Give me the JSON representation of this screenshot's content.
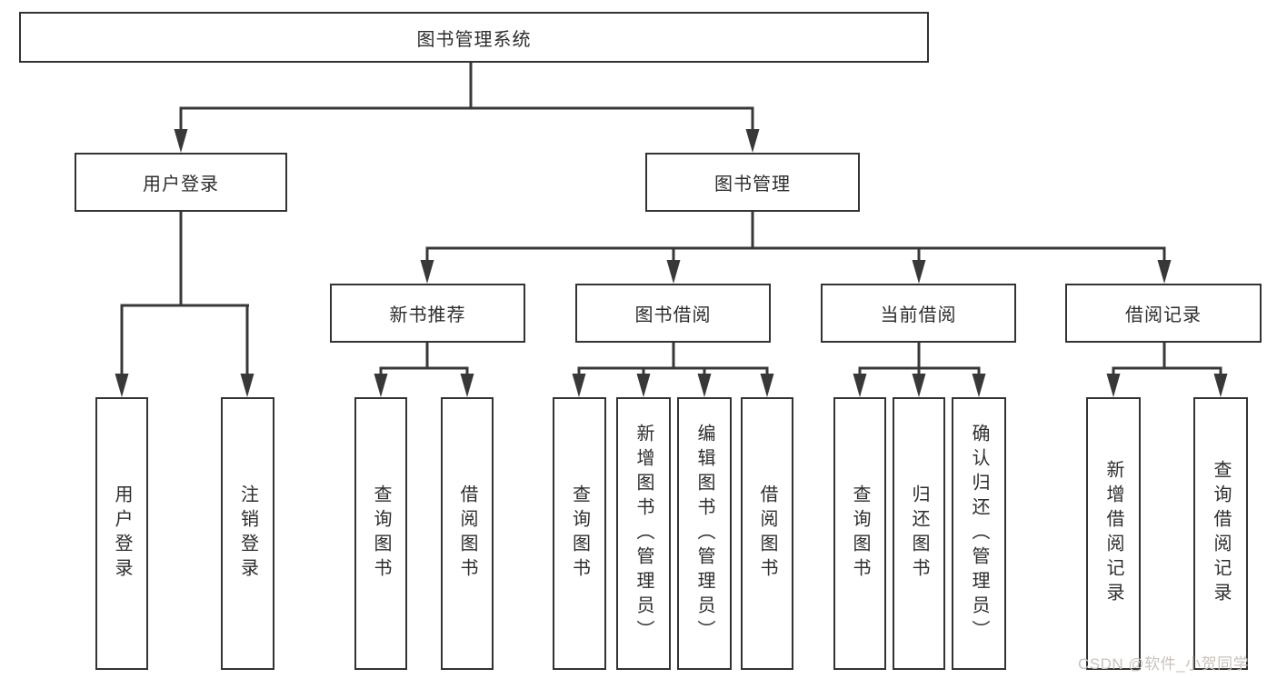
{
  "colors": {
    "line": "#383838",
    "box_border": "#333333",
    "text": "#2d2d2d",
    "background": "#ffffff",
    "watermark": "#c9c2bd"
  },
  "tree": {
    "root": "图书管理系统",
    "level1": {
      "user_login": "用户登录",
      "book_mgmt": "图书管理"
    },
    "level2": {
      "new_books": "新书推荐",
      "borrow": "图书借阅",
      "current": "当前借阅",
      "records": "借阅记录"
    },
    "leaves": {
      "user_login": [
        "用户登录",
        "注销登录"
      ],
      "new_books": [
        "查询图书",
        "借阅图书"
      ],
      "borrow": [
        "查询图书",
        "新增图书（管理员）",
        "编辑图书（管理员）",
        "借阅图书"
      ],
      "current": [
        "查询图书",
        "归还图书",
        "确认归还（管理员）"
      ],
      "records": [
        "新增借阅记录",
        "查询借阅记录"
      ]
    }
  },
  "watermark": {
    "text": "CSDN @软件_小贺同学"
  }
}
